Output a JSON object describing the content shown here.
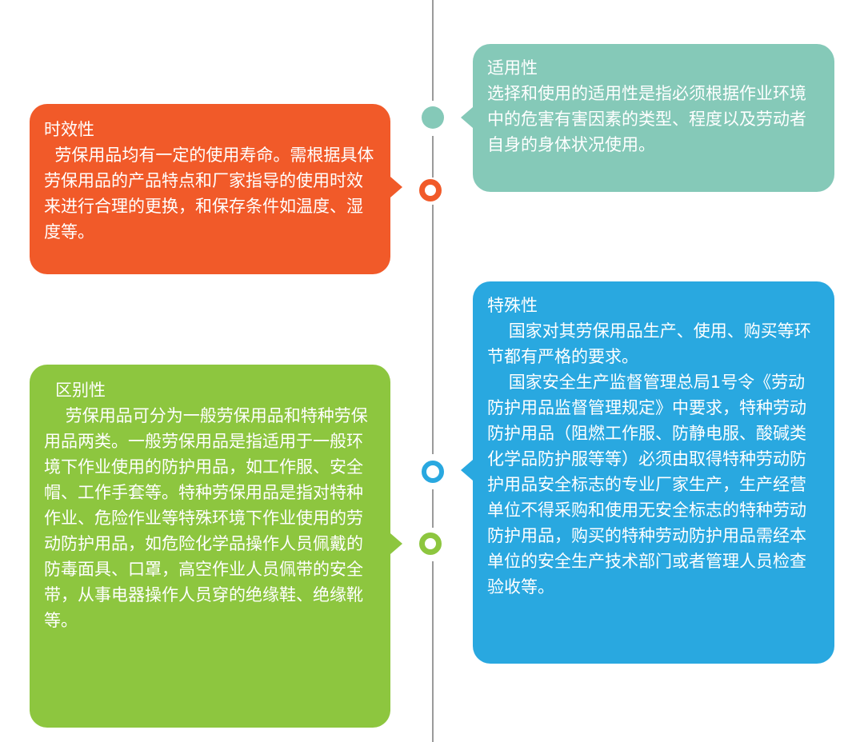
{
  "colors": {
    "teal": "#85c9b8",
    "orange": "#f15a29",
    "blue": "#29a8e0",
    "green": "#8dc63f",
    "line": "#9a9a9a"
  },
  "cards": [
    {
      "title": "适用性",
      "body": "选择和使用的适用性是指必须根据作业环境中的危害有害因素的类型、程度以及劳动者自身的身体状况使用。"
    },
    {
      "title": "时效性",
      "body": "  劳保用品均有一定的使用寿命。需根据具体劳保用品的产品特点和厂家指导的使用时效来进行合理的更换，和保存条件如温度、湿度等。"
    },
    {
      "title": "特殊性",
      "body": "    国家对其劳保用品生产、使用、购买等环节都有严格的要求。\n    国家安全生产监督管理总局1号令《劳动防护用品监督管理规定》中要求，特种劳动防护用品（阻燃工作服、防静电服、酸碱类化学品防护服等等）必须由取得特种劳动防护用品安全标志的专业厂家生产，生产经营单位不得采购和使用无安全标志的特种劳动防护用品，购买的特种劳动防护用品需经本单位的安全生产技术部门或者管理人员检查验收等。"
    },
    {
      "title": "区别性",
      "body": "    劳保用品可分为一般劳保用品和特种劳保用品两类。一般劳保用品是指适用于一般环境下作业使用的防护用品，如工作服、安全帽、工作手套等。特种劳保用品是指对特种作业、危险作业等特殊环境下作业使用的劳动防护用品，如危险化学品操作人员佩戴的防毒面具、口罩，高空作业人员佩带的安全带，从事电器操作人员穿的绝缘鞋、绝缘靴等。"
    }
  ]
}
